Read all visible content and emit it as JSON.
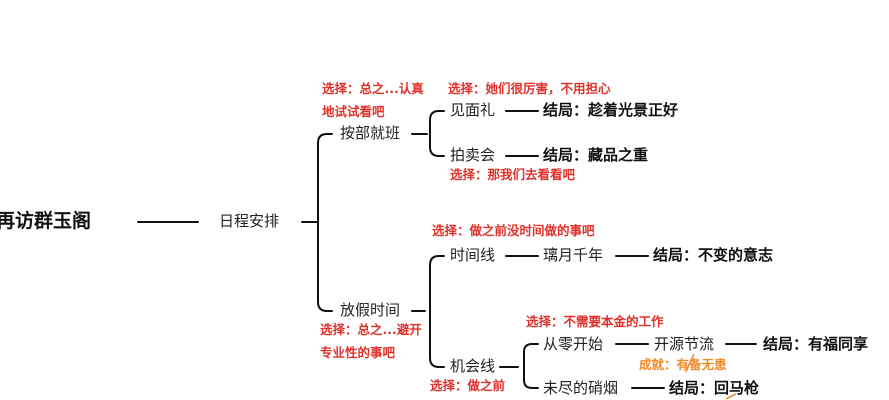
{
  "root": "再访群玉阁",
  "schedule": "日程安排",
  "branch1": {
    "label": "按部就班",
    "choice_line1": "选择：总之...认真",
    "choice_line2": "地试试看吧",
    "meeting": {
      "label": "见面礼",
      "choice": "选择：她们很厉害，不用担心",
      "ending": "结局：趁着光景正好"
    },
    "auction": {
      "label": "拍卖会",
      "choice": "选择：那我们去看看吧",
      "ending": "结局：藏品之重"
    }
  },
  "branch2": {
    "label": "放假时间",
    "choice_line1": "选择：总之...避开",
    "choice_line2": "专业性的事吧",
    "timeline": {
      "label": "时间线",
      "choice": "选择：做之前没时间做的事吧",
      "sub": "璃月千年",
      "ending": "结局：不变的意志"
    },
    "opportunity": {
      "label": "机会线",
      "choice": "选择：做之前",
      "scratch": {
        "label": "从零开始",
        "choice": "选择：不需要本金的工作",
        "sub": "开源节流",
        "outcome": "成就：有备无患",
        "ending": "结局：有福同享"
      },
      "smoke": {
        "label": "未尽的硝烟",
        "ending": "结局：回马枪"
      }
    }
  },
  "colors": {
    "choice_red": "#e0322b",
    "outcome_orange": "#f08a2a",
    "line": "#111111"
  }
}
